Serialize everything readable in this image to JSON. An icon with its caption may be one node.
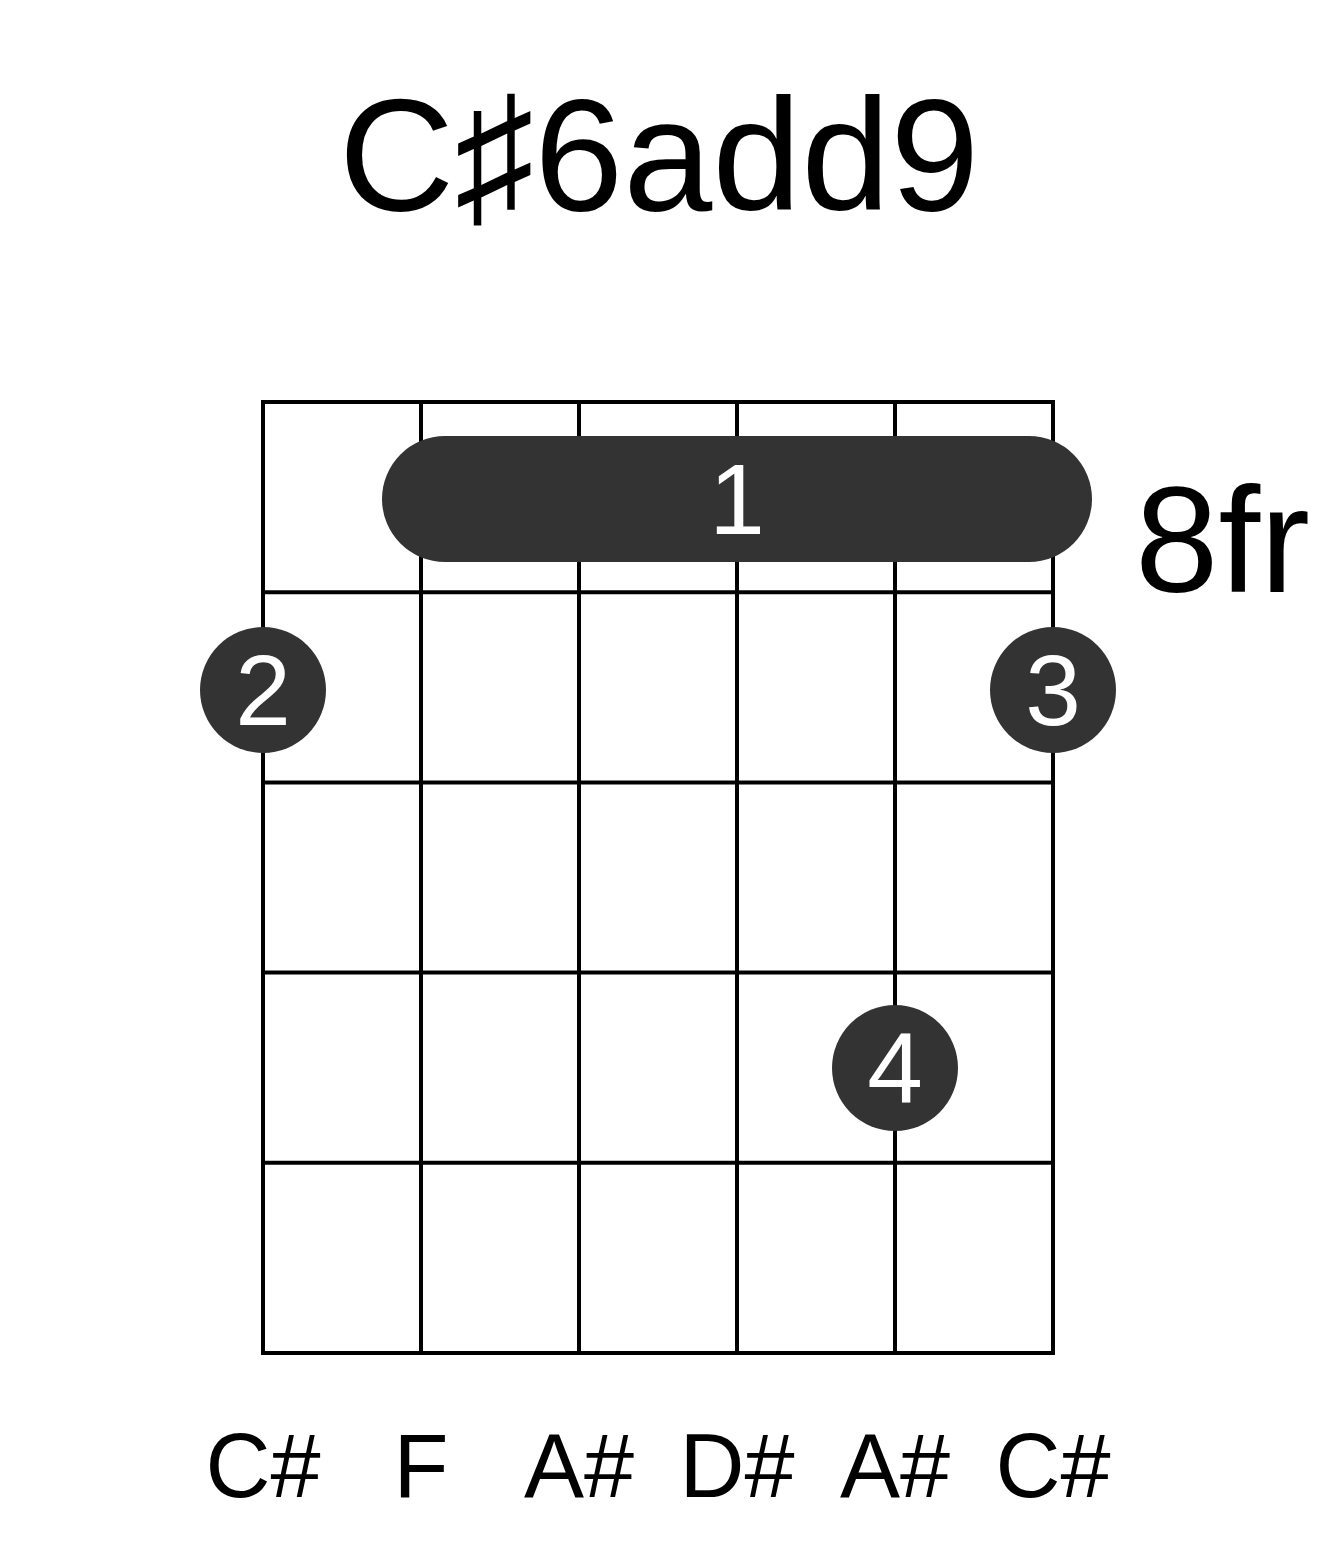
{
  "diagram": {
    "title": "C♯6add9",
    "nodes": [
      {
        "text": [
          "1"
        ]
      },
      {
        "text": [
          "2"
        ]
      },
      {
        "text": [
          "3"
        ]
      },
      {
        "text": [
          "4"
        ]
      }
    ],
    "labels": [
      "8fr",
      "C#",
      "F",
      "A#",
      "D#",
      "A#",
      "C#"
    ]
  }
}
